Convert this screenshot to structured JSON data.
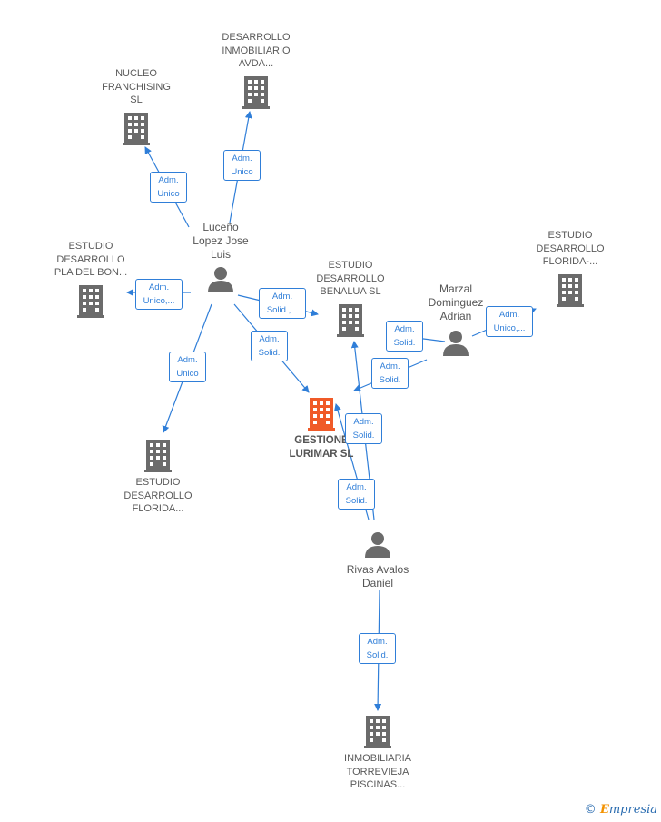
{
  "companies": {
    "nucleo": "NUCLEO\nFRANCHISING\nSL",
    "desarrollo_avda": "DESARROLLO\nINMOBILIARIO\nAVDA...",
    "pla_del_bon": "ESTUDIO\nDESARROLLO\nPLA DEL BON...",
    "benalua": "ESTUDIO\nDESARROLLO\nBENALUA  SL",
    "florida_right": "ESTUDIO\nDESARROLLO\nFLORIDA-...",
    "gestione": "GESTIONE\nLURIMAR  SL",
    "florida_bottom": "ESTUDIO\nDESARROLLO\nFLORIDA...",
    "inmobiliaria": "INMOBILIARIA\nTORREVIEJA\nPISCINAS..."
  },
  "persons": {
    "luceno": "Luceño\nLopez Jose\nLuis",
    "marzal": "Marzal\nDominguez\nAdrian",
    "rivas": "Rivas Avalos\nDaniel"
  },
  "relations": {
    "r1": "Adm.\nUnico",
    "r2": "Adm.\nUnico",
    "r3": "Adm.\nUnico,...",
    "r4": "Adm.\nSolid.,...",
    "r5": "Adm.\nSolid.",
    "r6": "Adm.\nUnico",
    "r7": "Adm.\nSolid.",
    "r8": "Adm.\nUnico,...",
    "r9": "Adm.\nSolid.",
    "r10": "Adm.\nSolid.",
    "r11": "Adm.\nSolid.",
    "r12": "Adm.\nSolid."
  },
  "colors": {
    "edge": "#2f7ed8",
    "building": "#6b6b6b",
    "focus_building": "#f05a28",
    "person": "#6b6b6b"
  },
  "brand": {
    "copyright": "©",
    "name_initial": "E",
    "name_rest": "mpresia"
  }
}
